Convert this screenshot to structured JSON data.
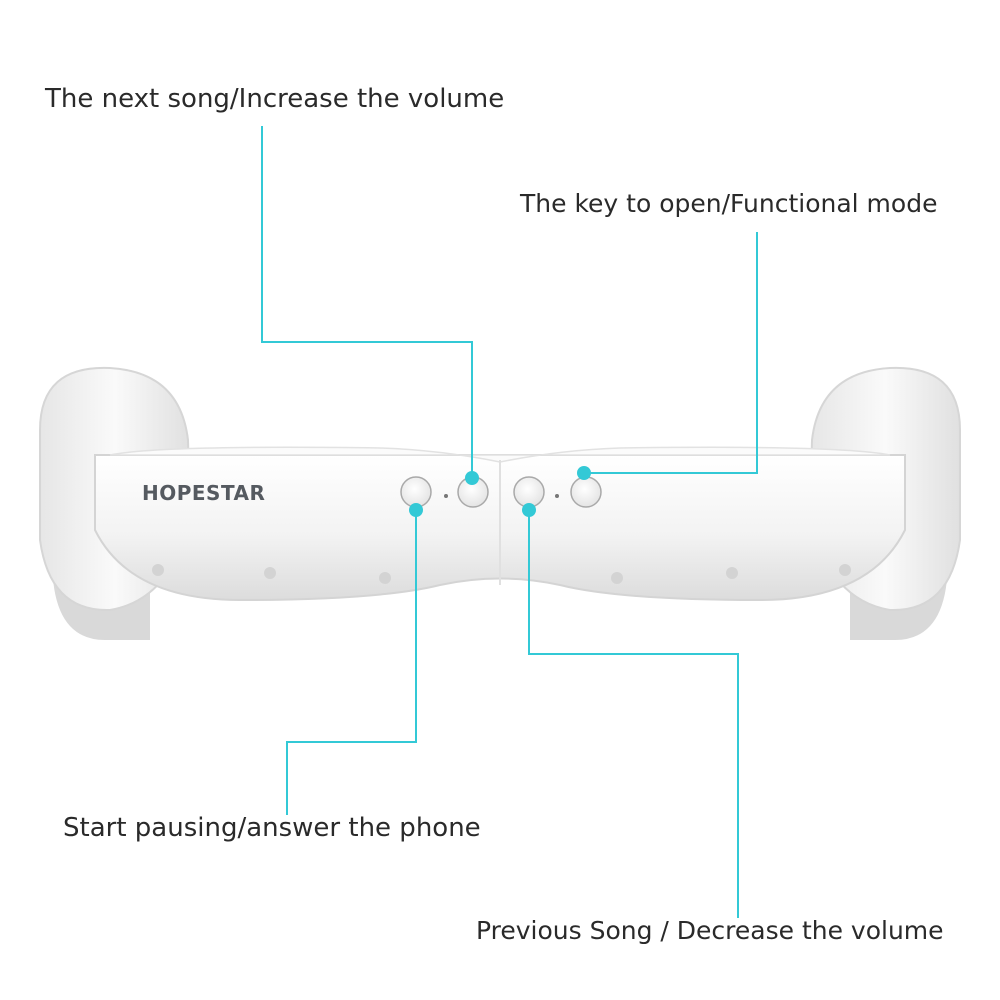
{
  "product": {
    "brand": "HOPESTAR"
  },
  "callouts": [
    {
      "id": "next",
      "text": "The next song/Increase the volume"
    },
    {
      "id": "open",
      "text": "The key to open/Functional mode"
    },
    {
      "id": "pause",
      "text": "Start pausing/answer the phone"
    },
    {
      "id": "prev",
      "text": "Previous Song / Decrease the volume"
    }
  ],
  "colors": {
    "leader_line": "#33c9d6",
    "body": "#f4f4f4",
    "label_text": "#2a2a2a"
  }
}
